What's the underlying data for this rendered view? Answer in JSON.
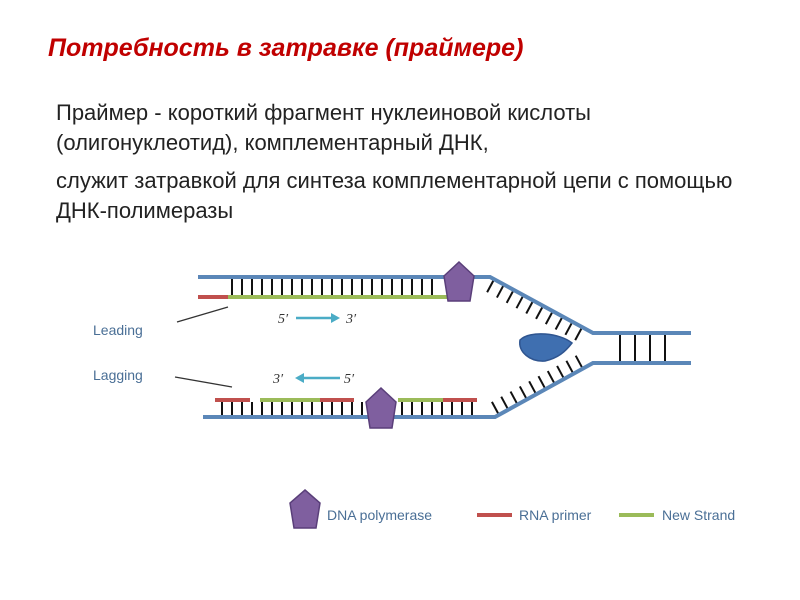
{
  "slide": {
    "title": "Потребность в затравке (праймере)",
    "paragraph1": "Праймер - короткий фрагмент нуклеиновой кислоты (олигонуклеотид), комплементарный ДНК,",
    "paragraph2": "служит затравкой для синтеза комплементарной цепи с помощью ДНК-полимеразы"
  },
  "diagram": {
    "leading_label": "Leading",
    "lagging_label": "Lagging",
    "leading_arrow": {
      "from": "5′",
      "to": "3′"
    },
    "lagging_arrow": {
      "from": "3′",
      "to": "5′"
    },
    "legend": {
      "polymerase": "DNA polymerase",
      "primer": "RNA primer",
      "new_strand": "New Strand"
    }
  },
  "colors": {
    "title": "#c00000",
    "template_strand": "#5b87b8",
    "rna_primer": "#c0504d",
    "new_strand": "#9bbb59",
    "polymerase": "#7f5f9f",
    "helicase": "#3f6fb0",
    "arrow": "#4bacc6",
    "rung": "#111111"
  }
}
